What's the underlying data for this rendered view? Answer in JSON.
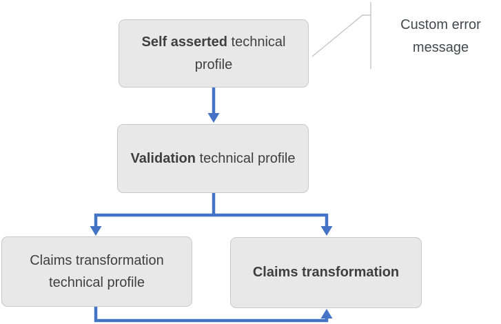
{
  "diagram": {
    "nodes": [
      {
        "id": "self-asserted-technical-profile",
        "bold": "Self asserted",
        "rest": " technical profile"
      },
      {
        "id": "validation-technical-profile",
        "bold": "Validation",
        "rest": " technical profile"
      },
      {
        "id": "claims-transformation-technical-profile",
        "bold": "",
        "rest": "Claims transformation technical profile"
      },
      {
        "id": "claims-transformation",
        "bold": "Claims transformation",
        "rest": ""
      }
    ],
    "callout": {
      "label": "Custom error message"
    },
    "colors": {
      "arrow": "#4472C4",
      "node_fill": "#e8e8e8",
      "node_border": "#c8c8c8",
      "node_text": "#3f3f3f",
      "callout_line": "#c5c5c5",
      "callout_text": "#45474e"
    }
  }
}
